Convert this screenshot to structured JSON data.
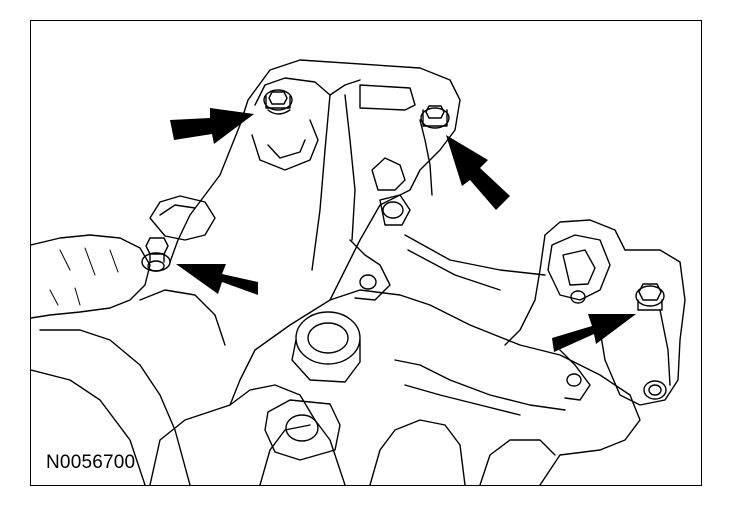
{
  "figure": {
    "id_code": "N0056700",
    "colors": {
      "line": "#000000",
      "background": "#ffffff",
      "arrow_fill": "#000000"
    },
    "callouts": [
      {
        "name": "upper-left-bolt",
        "pointer": "arrow"
      },
      {
        "name": "upper-right-bolt",
        "pointer": "arrow"
      },
      {
        "name": "left-bolt",
        "pointer": "arrow"
      },
      {
        "name": "right-bolt",
        "pointer": "arrow"
      }
    ]
  }
}
